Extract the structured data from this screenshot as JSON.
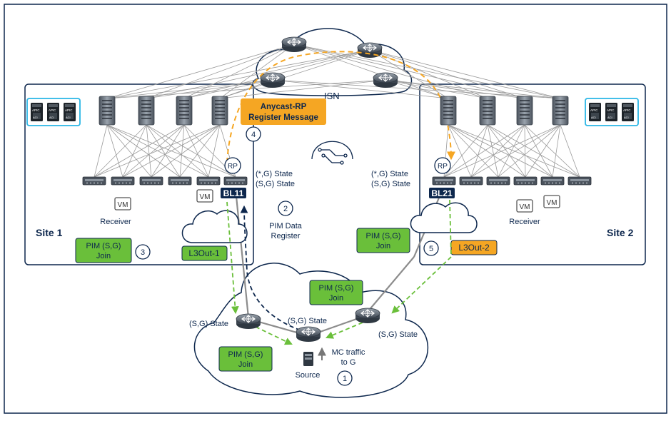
{
  "labels": {
    "isn": "ISN",
    "site1": "Site 1",
    "site2": "Site 2",
    "anycast_line1": "Anycast-RP",
    "anycast_line2": "Register Message",
    "rp": "RP",
    "bl11": "BL11",
    "bl21": "BL21",
    "state_starg": "(*,G) State",
    "state_sg": "(S,G) State",
    "pim_register_line1": "PIM Data",
    "pim_register_line2": "Register",
    "pim_join_line1": "PIM (S,G)",
    "pim_join_line2": "Join",
    "l3out1": "L3Out-1",
    "l3out2": "L3Out-2",
    "receiver": "Receiver",
    "vm": "VM",
    "source": "Source",
    "mc_line1": "MC traffic",
    "mc_line2": "to G",
    "apic": "APIC",
    "aci": "ACI"
  },
  "steps": [
    "1",
    "2",
    "3",
    "4",
    "5"
  ],
  "colors": {
    "frame": "#0d274d",
    "orange": "#f5a623",
    "green": "#6abf3a",
    "navy": "#0d274d",
    "gray_link": "#8c8c8c",
    "apic_border": "#29b6e6"
  },
  "icons": [
    "router-icon",
    "spine-switch-icon",
    "leaf-switch-icon",
    "cloud-icon",
    "apic-icon",
    "vm-icon",
    "server-icon",
    "network-icon"
  ]
}
